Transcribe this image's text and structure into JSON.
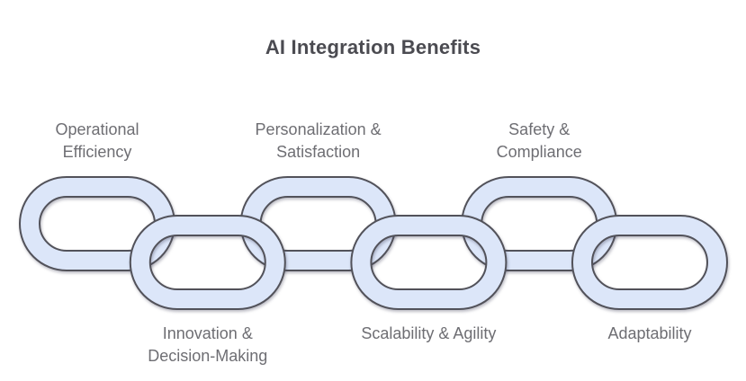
{
  "title": {
    "text": "AI Integration Benefits"
  },
  "diagram": {
    "type": "chain-links",
    "background": "#ffffff",
    "link_fill": "#dce6f9",
    "link_outline": "#52525a",
    "label_color": "#6e6e73",
    "title_color": "#4b4b51",
    "links": [
      {
        "label": "Operational Efficiency",
        "label_lines": [
          "Operational",
          "Efficiency"
        ],
        "row": "top"
      },
      {
        "label": "Innovation & Decision-Making",
        "label_lines": [
          "Innovation &",
          "Decision-Making"
        ],
        "row": "bottom"
      },
      {
        "label": "Personalization & Satisfaction",
        "label_lines": [
          "Personalization &",
          "Satisfaction"
        ],
        "row": "top"
      },
      {
        "label": "Scalability & Agility",
        "label_lines": [
          "Scalability & Agility"
        ],
        "row": "bottom"
      },
      {
        "label": "Safety & Compliance",
        "label_lines": [
          "Safety &",
          "Compliance"
        ],
        "row": "top"
      },
      {
        "label": "Adaptability",
        "label_lines": [
          "Adaptability"
        ],
        "row": "bottom"
      }
    ]
  }
}
